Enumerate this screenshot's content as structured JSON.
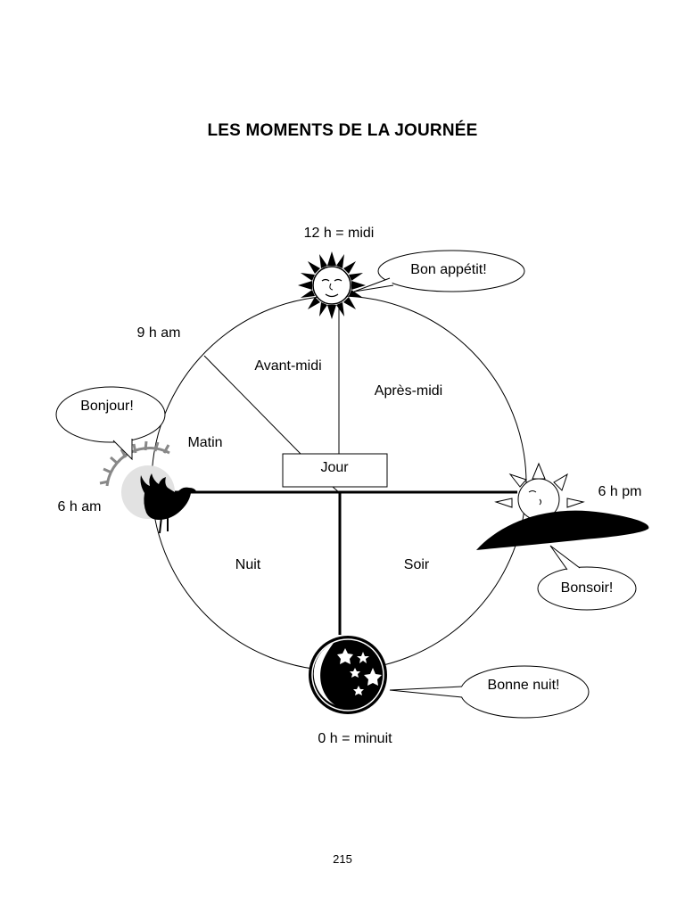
{
  "title": "LES MOMENTS DE LA JOURNÉE",
  "hours": {
    "noon": "12 h = midi",
    "nine_am": "9 h am",
    "six_am": "6 h am",
    "six_pm": "6 h pm",
    "midnight": "0 h = minuit"
  },
  "periods": {
    "avant_midi": "Avant-midi",
    "apres_midi": "Après-midi",
    "matin": "Matin",
    "jour": "Jour",
    "nuit": "Nuit",
    "soir": "Soir"
  },
  "speech": {
    "noon": "Bon appétit!",
    "morning": "Bonjour!",
    "evening": "Bonsoir!",
    "night": "Bonne nuit!"
  },
  "icons": {
    "noon": "sun-face-icon",
    "morning": "rooster-sunrise-icon",
    "evening": "setting-sun-icon",
    "night": "moon-stars-icon"
  },
  "page_number": "215"
}
